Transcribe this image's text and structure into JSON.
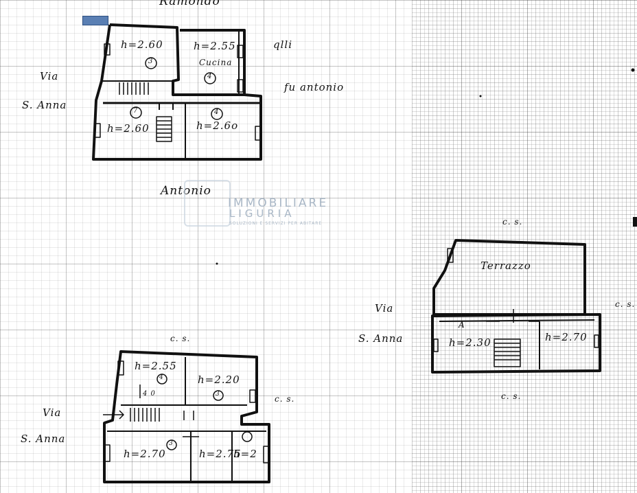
{
  "top_plan": {
    "street_top": "Ramondo",
    "street_right_a": "qlli",
    "street_right_b": "fu antonio",
    "street_left_a": "Via",
    "street_left_b": "S. Anna",
    "heights": [
      "h=2.60",
      "h=2.55",
      "h=2.60",
      "h=2.6o"
    ],
    "room_label": "Cucina",
    "circled": [
      "3",
      "4",
      "7",
      "4"
    ],
    "bottom_name": "Antonio"
  },
  "watermark": {
    "line1": "IMMOBILIARE",
    "line2": "LIGURIA",
    "tagline": "SOLUZIONI E SERVIZI PER ABITARE"
  },
  "right_plan": {
    "terrace_label": "Terrazzo",
    "cs_top": "c. s.",
    "cs_right": "c. s.",
    "cs_bottom": "c. s.",
    "street_left_a": "Via",
    "street_left_b": "S. Anna",
    "heights": [
      "h=2.30",
      "h=2.70"
    ],
    "marks": [
      "A"
    ]
  },
  "bottom_plan": {
    "cs_top": "c. s.",
    "cs_side": "c. s.",
    "street_left_a": "Via",
    "street_left_b": "S. Anna",
    "heights": [
      "h=2.55",
      "h=2.20",
      "h=2.70",
      "h=2.75",
      "h=2"
    ],
    "small_note": "4 0",
    "circled": [
      "4",
      "3",
      "3"
    ]
  }
}
